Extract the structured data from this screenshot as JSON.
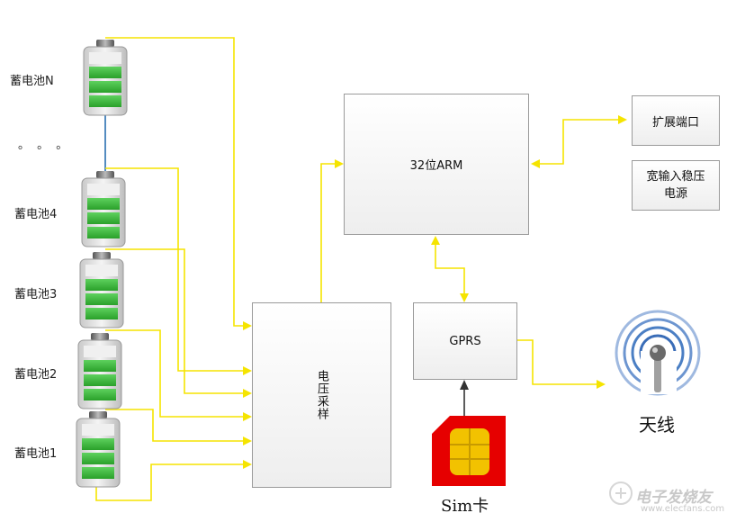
{
  "batteries": [
    "蓄电池N",
    "蓄电池4",
    "蓄电池3",
    "蓄电池2",
    "蓄电池1"
  ],
  "ellipsis": "。 。 。",
  "blocks": {
    "arm": "32位ARM",
    "expansion": "扩展端口",
    "power_line1": "宽输入稳压",
    "power_line2": "电源",
    "gprs": "GPRS",
    "sampler": "电压采样"
  },
  "antenna_label": "天线",
  "sim_label": "Sim卡",
  "watermark": {
    "site": "电子发烧友",
    "url": "www.elecfans.com"
  },
  "colors": {
    "wire": "#f5e400",
    "battery_link": "#2a6fb0",
    "battery_cell": "#3cb43c",
    "sim": "#e60000",
    "chip": "#f2c200",
    "antenna_ring": "#4b7fc4"
  }
}
